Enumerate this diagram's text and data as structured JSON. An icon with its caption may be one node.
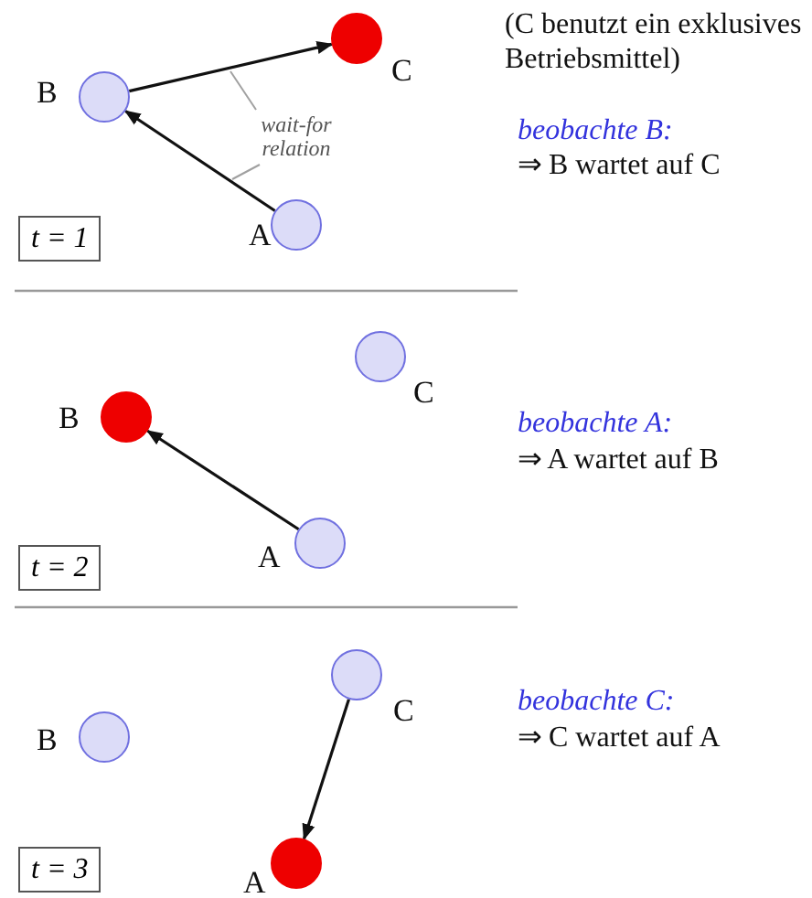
{
  "diagram": {
    "nodes": [
      {
        "text": [],
        "shape": "circle",
        "beside": [
          "C"
        ]
      },
      {
        "text": [],
        "shape": "circle",
        "beside": [
          "B"
        ]
      },
      {
        "text": [
          "wait-for relation"
        ]
      },
      {
        "text": [],
        "shape": "circle",
        "beside": [
          "A"
        ]
      },
      {
        "text": [
          "t = 1"
        ]
      },
      {
        "text": [],
        "shape": "circle",
        "beside": [
          "C"
        ]
      },
      {
        "text": [],
        "shape": "circle",
        "beside": [
          "B"
        ]
      },
      {
        "text": [],
        "shape": "circle",
        "beside": [
          "A"
        ]
      },
      {
        "text": [
          "t = 2"
        ]
      },
      {
        "text": [],
        "shape": "circle",
        "beside": [
          "C"
        ]
      },
      {
        "text": [],
        "shape": "circle",
        "beside": [
          "B"
        ]
      },
      {
        "text": [],
        "shape": "circle",
        "beside": [
          "A"
        ]
      },
      {
        "text": [
          "t = 3"
        ]
      }
    ],
    "edges": [
      {
        "from": 1,
        "to": 0,
        "arrow": "to"
      },
      {
        "from": 3,
        "to": 1,
        "arrow": "to"
      },
      {
        "from": 2,
        "to": null,
        "arrow": "none",
        "color": "#a0a0a0"
      },
      {
        "from": 2,
        "to": null,
        "arrow": "none",
        "color": "#a0a0a0"
      },
      {
        "from": 7,
        "to": 6,
        "arrow": "to"
      },
      {
        "from": 9,
        "to": 11,
        "arrow": "to"
      }
    ],
    "labels": [
      "(C benutzt ein exklusives Betriebsmittel)",
      "beobachte B:",
      "⇒ B wartet auf C",
      "beobachte A:",
      "⇒ A wartet auf B",
      "beobachte C:",
      "⇒ C wartet auf A"
    ]
  }
}
